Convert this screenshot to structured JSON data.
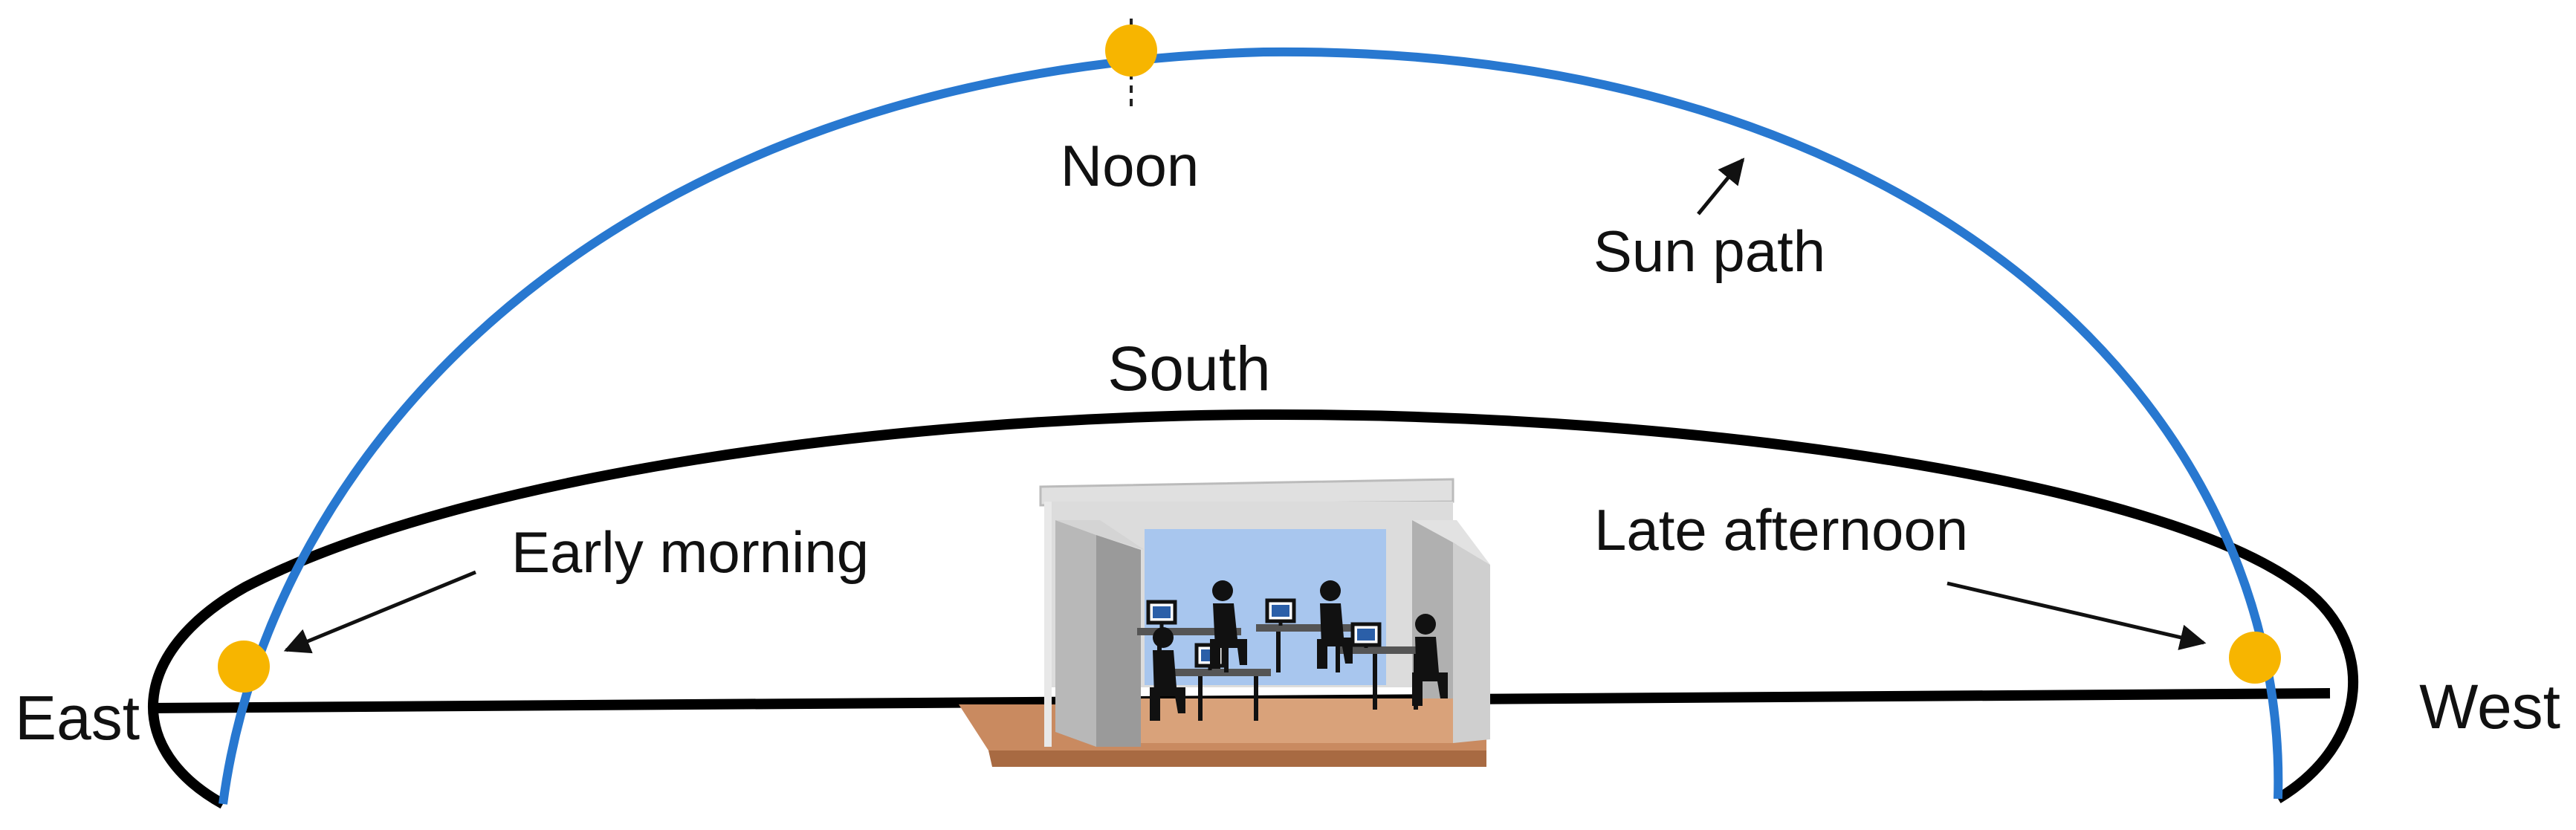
{
  "labels": {
    "noon": "Noon",
    "sun_path": "Sun path",
    "south": "South",
    "early_morning": "Early morning",
    "late_afternoon": "Late afternoon",
    "east": "East",
    "west": "West"
  },
  "colors": {
    "sun_path": "#2878d0",
    "horizon": "#000000",
    "sun": "#f7b500",
    "floor": "#c98a60",
    "wall": "#cfcfcf",
    "window": "#a8c6ee"
  }
}
